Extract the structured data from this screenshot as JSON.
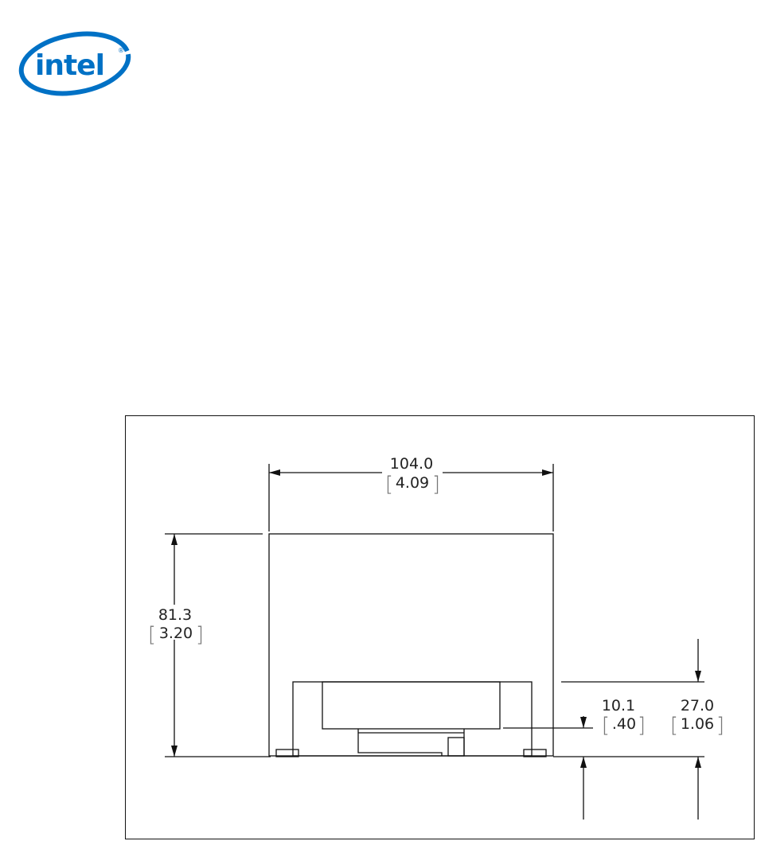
{
  "header": {
    "logo_text": "intel",
    "brand_color": "#0071c5"
  },
  "figure": {
    "dimensions": {
      "width": {
        "mm": "104.0",
        "in": "4.09"
      },
      "height": {
        "mm": "81.3",
        "in": "3.20"
      },
      "clearance": {
        "mm": "10.1",
        "in": ".40"
      },
      "base_height": {
        "mm": "27.0",
        "in": "1.06"
      }
    }
  }
}
